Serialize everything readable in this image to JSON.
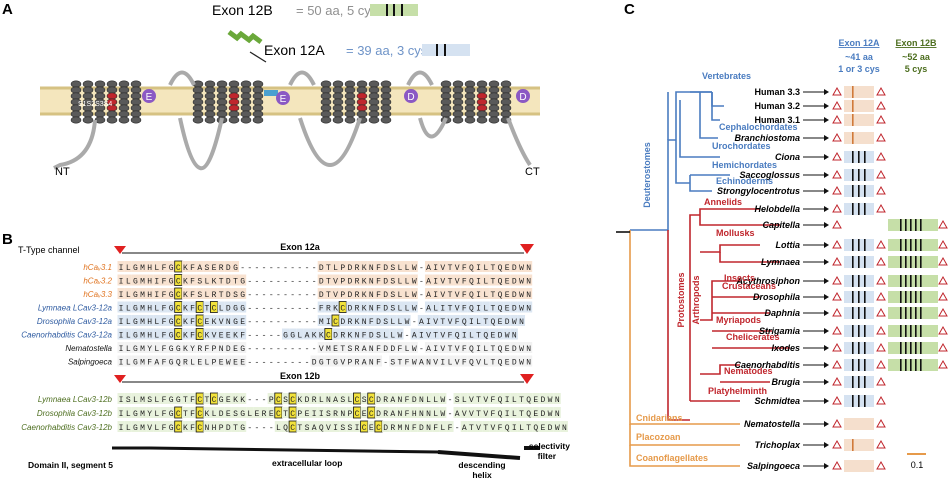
{
  "panel_a": {
    "letter": "A",
    "exon12b_name": "Exon 12B",
    "exon12b_desc": "= 50 aa, 5 cys",
    "exon12a_name": "Exon 12A",
    "exon12a_desc": "= 39 aa, 3 cys",
    "nt": "NT",
    "ct": "CT",
    "segment_labels": "S1S2S3S4",
    "circle_labels": [
      "E",
      "E",
      "D",
      "D"
    ]
  },
  "panel_b": {
    "letter": "B",
    "ttype_label": "T-Type channel",
    "exon12a_bar": "Exon 12a",
    "exon12b_bar": "Exon 12b",
    "rows_12a": [
      {
        "name": "hCaᵥ3.1",
        "color": "#e0731f",
        "seq": "ILGMHLFGCKFASERDG-----------DTLPDRKNFDSLLW-AIVTVFQILTQEDWN"
      },
      {
        "name": "hCaᵥ3.2",
        "color": "#e0731f",
        "seq": "ILGMHIFGCKFSLKTDTG----------DTVPDRKNFDSLLW-AIVTVFQILTQEDWN"
      },
      {
        "name": "hCaᵥ3.3",
        "color": "#e0731f",
        "seq": "ILGMHIFGCKFSLRTDSG----------DTVPDRKNFDSLLW-AIVTVFQILTQEDWN"
      },
      {
        "name": "Lymnaea LCav3-12a",
        "color": "#2d5aa0",
        "seq": "ILGMHLFGCKFCTCLDGG----------FRKCDRKNFDSLLW-ALITVFQILTQEDWN"
      },
      {
        "name": "Drosophila Cav3-12a",
        "color": "#2d5aa0",
        "seq": "ILGMHLFGCKFCEKVNGE----------MICDRKNFDSLLW-AIVTVFQILTQEDWN"
      },
      {
        "name": "Caenorhabditis Cav3-12a",
        "color": "#2d5aa0",
        "seq": "ILGMHLFGCKFCKVEEKF-----GGLAKKCDRKNFDSLLW-AIVTVFQILTQEDWN"
      },
      {
        "name": "Nematostella",
        "color": "#111111",
        "seq": "ILGMYLFGGKYRFPNDEG----------VMETSRANFDDFLW-AIVTVFQILTQEDWN"
      },
      {
        "name": "Salpingoeca",
        "color": "#111111",
        "seq": "ILGMFAFGQRLELPEWEE---------DGTGVPRANF-STFWANVILVFQVLTQEDWN"
      }
    ],
    "rows_12b": [
      {
        "name": "Lymnaea LCav3-12b",
        "color": "#4d6e1f",
        "seq": "ISLMSLFGGTFCTCGEKK---PCSCKDRLNASLCSCDRANFDNLLW-SLVTVFQILTQEDWN"
      },
      {
        "name": "Drosophila Cav3-12b",
        "color": "#4d6e1f",
        "seq": "ILGMYLFGCTFCKLDESGLERECTCPEIISRNPCECDRANFHNNLW-AVVTVFQILTQEDWN"
      },
      {
        "name": "Caenorhabditis Cav3-12b",
        "color": "#4d6e1f",
        "seq": "ILGMVLFGCKFCNHPDTG----LQCTSAQVISSICECDRMNFDNFLF-ATVTVFQILTQEDWN"
      }
    ],
    "bottom_labels": [
      "Domain II, segment 5",
      "extracellular loop",
      "descending",
      "helix",
      "selectivity",
      "filter"
    ]
  },
  "panel_c": {
    "letter": "C",
    "col12a": [
      "Exon 12A",
      "~41 aa",
      "1 or 3 cys"
    ],
    "col12b": [
      "Exon 12B",
      "~52 aa",
      "5 cys"
    ],
    "scale": "0.1",
    "taxa": [
      {
        "name": "Human 3.3",
        "bold_italic": false,
        "a_bars": 1,
        "b_bars": 0,
        "a_color": "#f5dfcd"
      },
      {
        "name": "Human 3.2",
        "bold_italic": false,
        "a_bars": 1,
        "b_bars": 0,
        "a_color": "#f5dfcd"
      },
      {
        "name": "Human 3.1",
        "bold_italic": false,
        "a_bars": 1,
        "b_bars": 0,
        "a_color": "#f5dfcd"
      },
      {
        "name": "Branchiostoma",
        "bold_italic": true,
        "a_bars": 1,
        "b_bars": 0,
        "a_color": "#f5dfcd"
      },
      {
        "name": "Ciona",
        "bold_italic": true,
        "a_bars": 3,
        "b_bars": 0,
        "a_color": "#d5e2f1"
      },
      {
        "name": "Saccoglossus",
        "bold_italic": true,
        "a_bars": 3,
        "b_bars": 0,
        "a_color": "#d5e2f1"
      },
      {
        "name": "Strongylocentrotus",
        "bold_italic": true,
        "a_bars": 3,
        "b_bars": 0,
        "a_color": "#d5e2f1"
      },
      {
        "name": "Helobdella",
        "bold_italic": true,
        "a_bars": 3,
        "b_bars": 0,
        "a_color": "#d5e2f1"
      },
      {
        "name": "Capitella",
        "bold_italic": true,
        "a_bars": -1,
        "b_bars": 5,
        "a_color": "#d5e2f1"
      },
      {
        "name": "Lottia",
        "bold_italic": true,
        "a_bars": 3,
        "b_bars": 5,
        "a_color": "#d5e2f1"
      },
      {
        "name": "Lymnaea",
        "bold_italic": true,
        "a_bars": 3,
        "b_bars": 5,
        "a_color": "#d5e2f1"
      },
      {
        "name": "Acythrosiphon",
        "bold_italic": true,
        "a_bars": 3,
        "b_bars": 5,
        "a_color": "#d5e2f1"
      },
      {
        "name": "Drosophila",
        "bold_italic": true,
        "a_bars": 3,
        "b_bars": 5,
        "a_color": "#d5e2f1"
      },
      {
        "name": "Daphnia",
        "bold_italic": true,
        "a_bars": 3,
        "b_bars": 5,
        "a_color": "#d5e2f1"
      },
      {
        "name": "Strigamia",
        "bold_italic": true,
        "a_bars": 3,
        "b_bars": 5,
        "a_color": "#d5e2f1"
      },
      {
        "name": "Ixodes",
        "bold_italic": true,
        "a_bars": 3,
        "b_bars": 5,
        "a_color": "#d5e2f1"
      },
      {
        "name": "Caenorhabditis",
        "bold_italic": true,
        "a_bars": 3,
        "b_bars": 5,
        "a_color": "#d5e2f1"
      },
      {
        "name": "Brugia",
        "bold_italic": true,
        "a_bars": 3,
        "b_bars": 0,
        "a_color": "#d5e2f1"
      },
      {
        "name": "Schmidtea",
        "bold_italic": true,
        "a_bars": 3,
        "b_bars": 0,
        "a_color": "#d5e2f1"
      },
      {
        "name": "Nematostella",
        "bold_italic": true,
        "a_bars": 0,
        "b_bars": 0,
        "a_color": "#f5dfcd"
      },
      {
        "name": "Trichoplax",
        "bold_italic": true,
        "a_bars": 1,
        "b_bars": 0,
        "a_color": "#f5dfcd"
      },
      {
        "name": "Salpingoeca",
        "bold_italic": true,
        "a_bars": 0,
        "b_bars": 0,
        "a_color": "#f5dfcd"
      }
    ],
    "clades": [
      {
        "name": "Vertebrates",
        "color": "#4a7cc0"
      },
      {
        "name": "Cephalochordates",
        "color": "#4a7cc0"
      },
      {
        "name": "Urochordates",
        "color": "#4a7cc0"
      },
      {
        "name": "Hemichordates",
        "color": "#4a7cc0"
      },
      {
        "name": "Echinoderms",
        "color": "#4a7cc0"
      },
      {
        "name": "Deuterostomes",
        "color": "#4a7cc0"
      },
      {
        "name": "Annelids",
        "color": "#c0262d"
      },
      {
        "name": "Mollusks",
        "color": "#c0262d"
      },
      {
        "name": "Insects",
        "color": "#c0262d"
      },
      {
        "name": "Crustaceans",
        "color": "#c0262d"
      },
      {
        "name": "Myriapods",
        "color": "#c0262d"
      },
      {
        "name": "Arthropods",
        "color": "#c0262d"
      },
      {
        "name": "Chelicerates",
        "color": "#c0262d"
      },
      {
        "name": "Nematodes",
        "color": "#c0262d"
      },
      {
        "name": "Platyhelminth",
        "color": "#c0262d"
      },
      {
        "name": "Protostomes",
        "color": "#c0262d"
      },
      {
        "name": "Cnidarians",
        "color": "#e69a4a"
      },
      {
        "name": "Placozoan",
        "color": "#e69a4a"
      },
      {
        "name": "Coanoflagellates",
        "color": "#e69a4a"
      }
    ]
  }
}
